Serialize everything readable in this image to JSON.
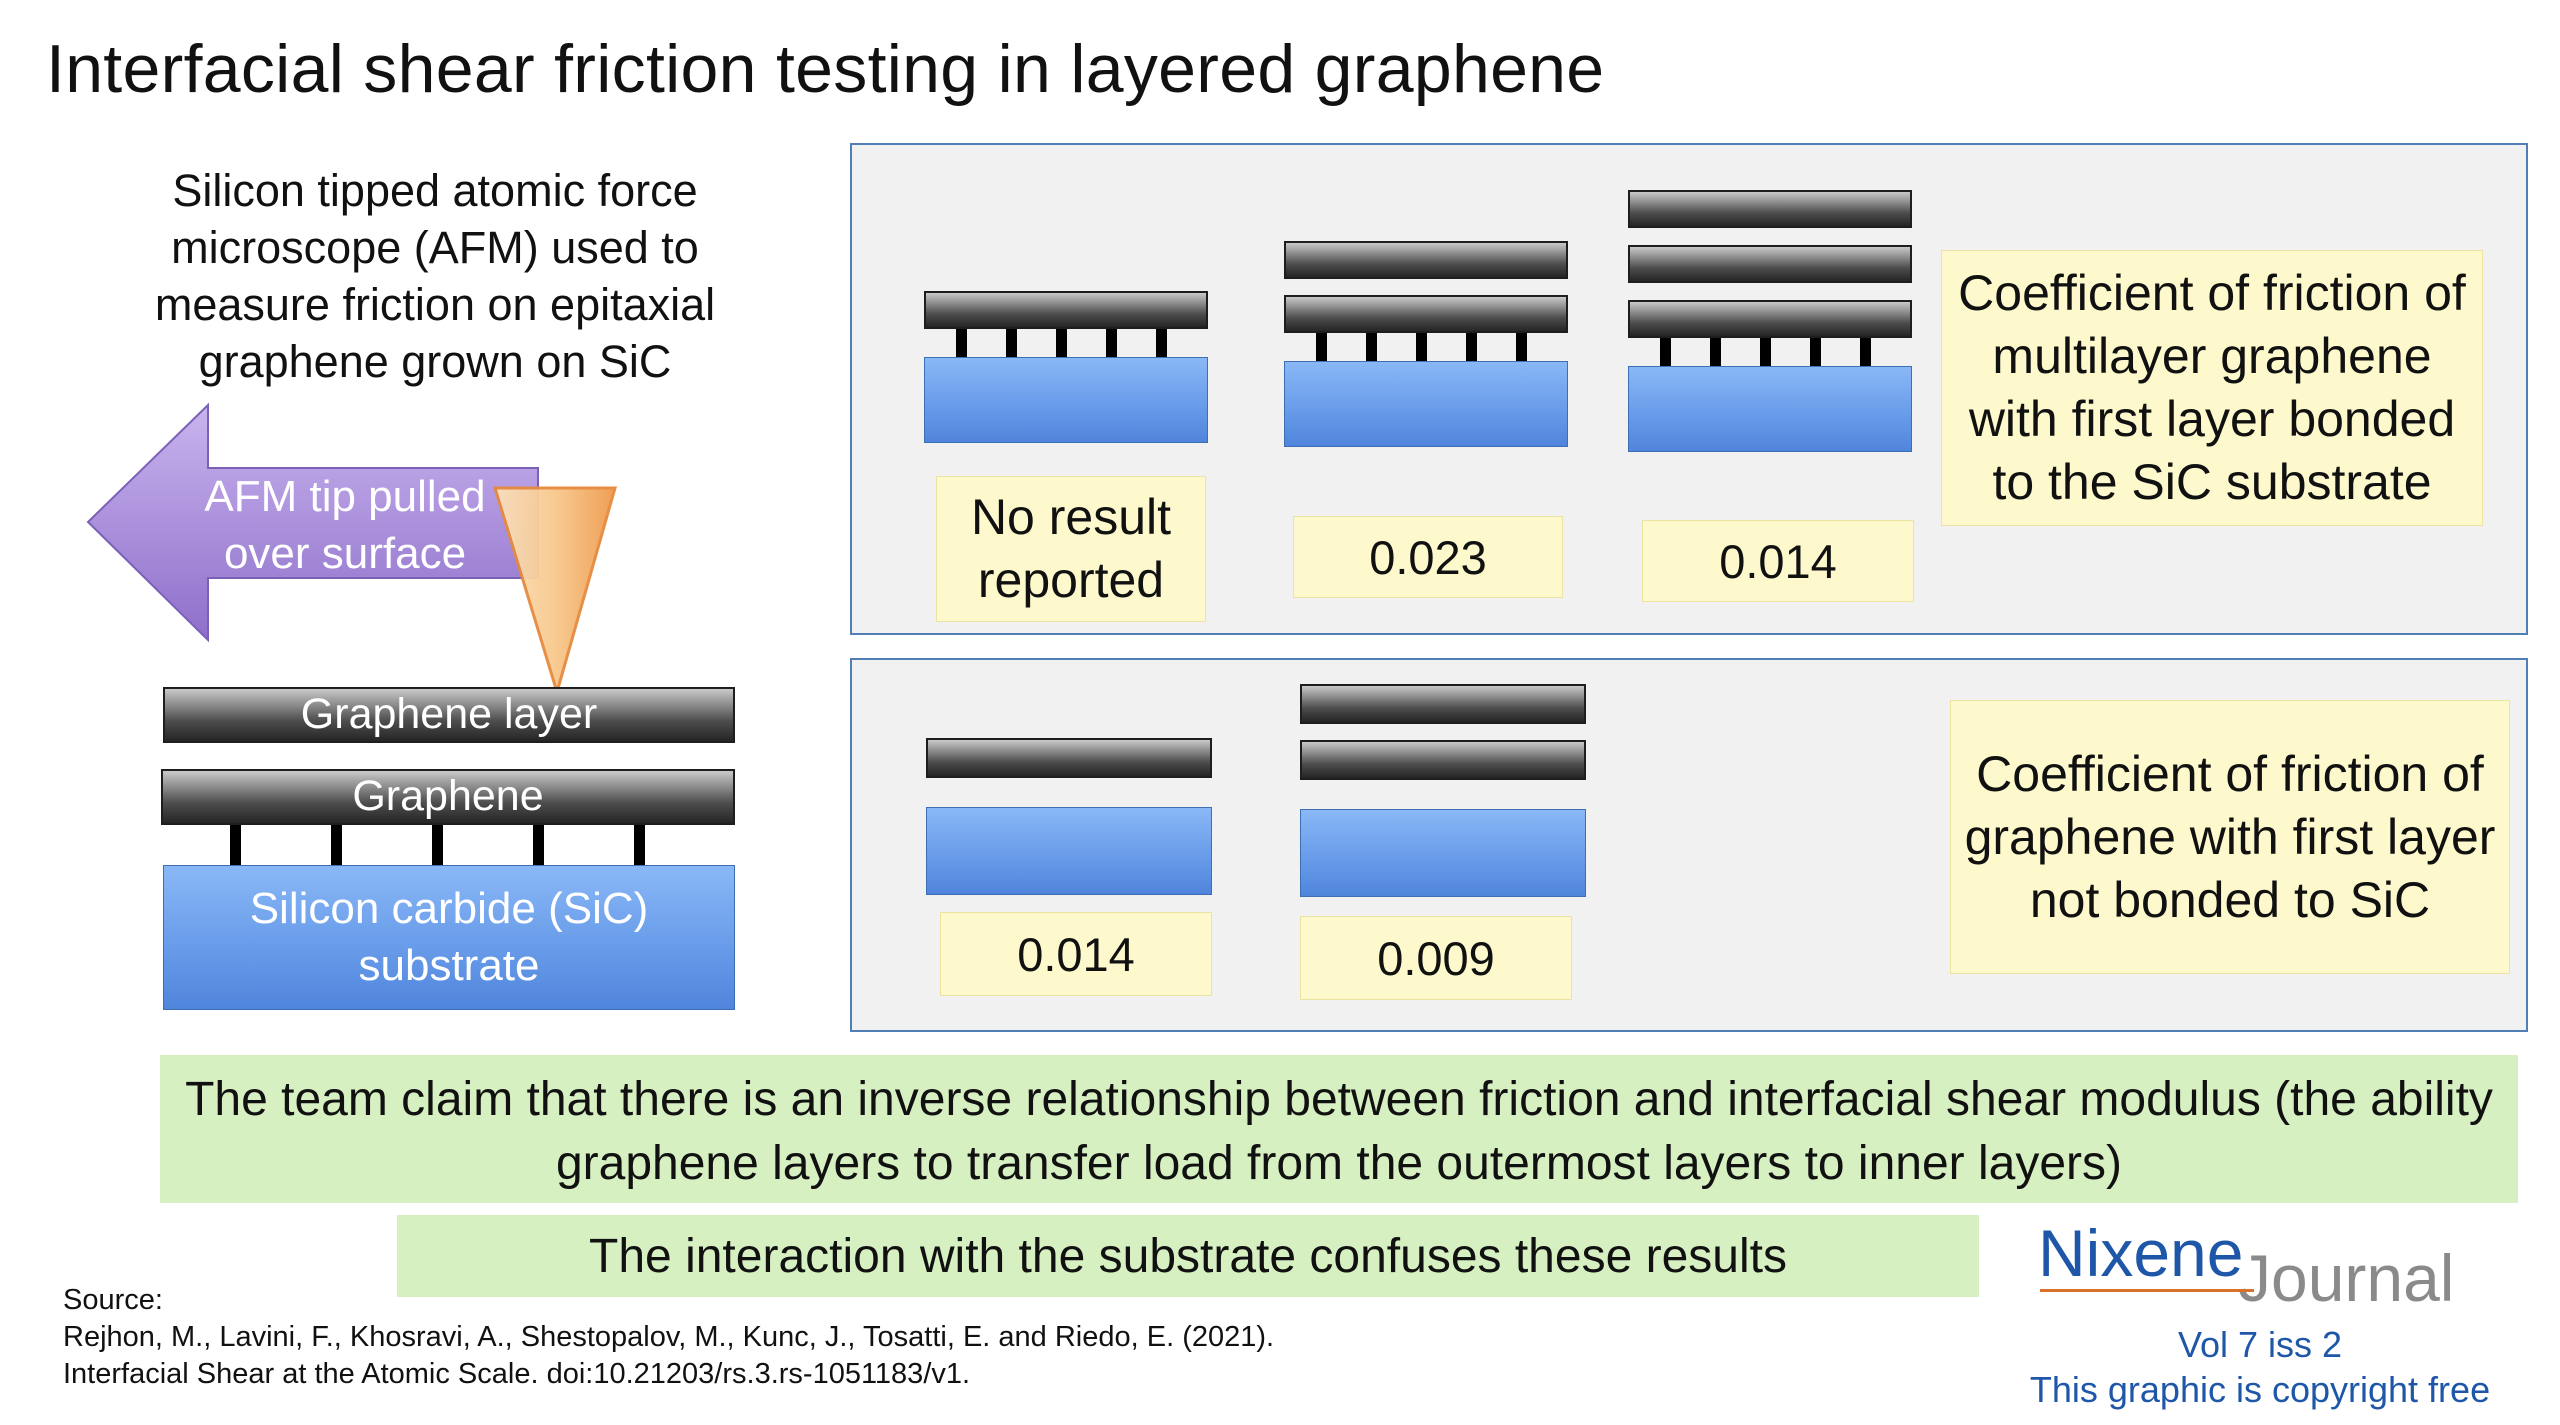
{
  "title": "Interfacial shear friction testing in layered graphene",
  "intro": "Silicon tipped atomic force microscope (AFM) used to measure friction on epitaxial graphene grown on SiC",
  "afm_arrow_label": "AFM tip pulled over surface",
  "left_diagram": {
    "top_layer": "Graphene layer",
    "bottom_layer": "Graphene",
    "substrate": "Silicon carbide (SiC) substrate"
  },
  "bonded_panel": {
    "label": "Coefficient of friction of multilayer graphene with first layer bonded to the SiC substrate",
    "values": [
      "No result reported",
      "0.023",
      "0.014"
    ]
  },
  "unbonded_panel": {
    "label": "Coefficient of friction of graphene with first layer not bonded to SiC",
    "values": [
      "0.014",
      "0.009"
    ]
  },
  "claim": "The team claim that there is an inverse relationship between friction and interfacial shear modulus (the ability graphene layers to transfer load from the outermost layers to inner layers)",
  "note": "The interaction with the substrate confuses these results",
  "source": {
    "heading": "Source:",
    "line1": "Rejhon, M., Lavini, F., Khosravi, A., Shestopalov, M., Kunc, J., Tosatti, E. and Riedo, E. (2021).",
    "line2": "Interfacial Shear at the Atomic Scale. doi:10.21203/rs.3.rs-1051183/v1."
  },
  "logo": {
    "name_part1": "Nixene",
    "name_part2": "Journal",
    "volume": "Vol 7 iss 2",
    "copyright": "This graphic is copyright free"
  },
  "colors": {
    "panel_border": "#4f7fb5",
    "panel_fill": "#f1f1f1",
    "value_box": "#fdf9cd",
    "claim_box": "#d6f0c2",
    "substrate_blue": "#6c9feb",
    "arrow_purple": "#a68ad6",
    "tip_orange": "#f3a55a",
    "logo_blue": "#1f57a8"
  }
}
